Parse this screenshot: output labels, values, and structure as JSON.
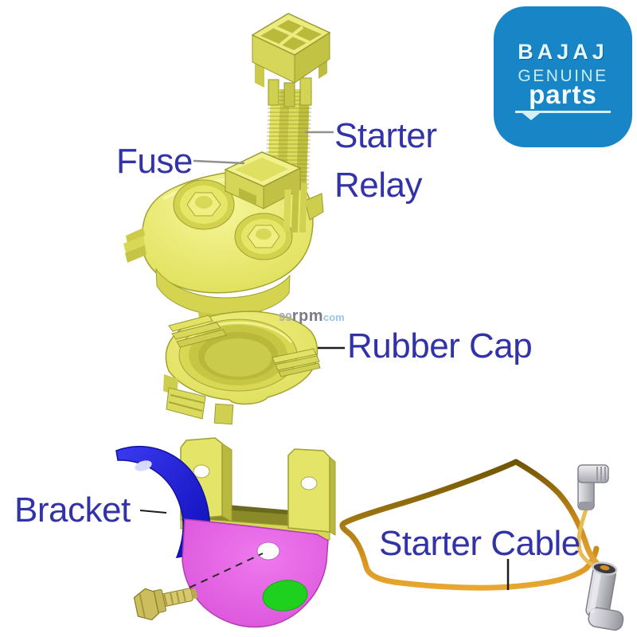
{
  "diagram": {
    "labels": {
      "fuse": "Fuse",
      "starter_relay_l1": "Starter",
      "starter_relay_l2": "Relay",
      "rubber_cap": "Rubber Cap",
      "bracket": "Bracket",
      "starter_cable": "Starter Cable"
    },
    "watermark": {
      "site_99": "99",
      "site_rpm": "rpm",
      "tld": "com"
    },
    "logo": {
      "brand": "BAJAJ",
      "line1": "GENUINE",
      "line2": "parts"
    },
    "colors": {
      "label_blue": "#3333A8",
      "leader_gray": "#909090",
      "leader_black": "#202020",
      "part_yellow": "#E9E96E",
      "bracket_blue": "#1A22D8",
      "plate_magenta": "#E35FE3",
      "dot_green": "#1FD11F",
      "cable_orange": "#E8A832",
      "cable_brown": "#6B5203",
      "connector_gray": "#C9C9CE",
      "logo_blue": "#1886C6",
      "logo_text": "#E6F8FD"
    }
  }
}
